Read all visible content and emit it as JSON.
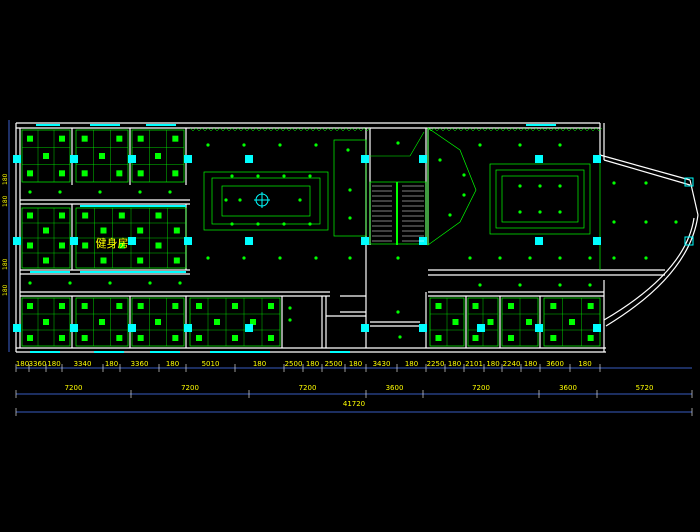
{
  "drawing": {
    "room_label": "健身房",
    "dims_row1": [
      "180",
      "3360",
      "180",
      "3340",
      "180",
      "3360",
      "180",
      "5010",
      "180",
      "2500",
      "180",
      "2500",
      "180",
      "3430",
      "180",
      "2250",
      "180",
      "2101",
      "180",
      "2240",
      "180",
      "3600",
      "180"
    ],
    "dims_row2": [
      "7200",
      "7200",
      "7200",
      "3600",
      "7200",
      "3600",
      "5720"
    ],
    "total": "41720",
    "side_dims": [
      "180",
      "180",
      "180",
      "180"
    ]
  },
  "colors": {
    "wall": "#ffffff",
    "grid": "#00ff00",
    "column": "#00ffff",
    "dim_line": "#4d7aff",
    "dim_text": "#ffff00",
    "label": "#ffff00"
  }
}
